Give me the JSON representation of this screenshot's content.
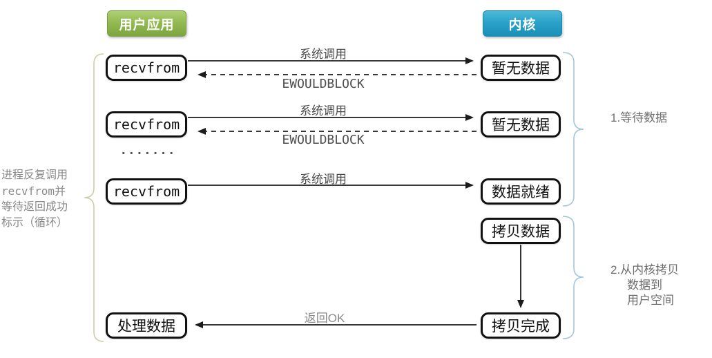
{
  "headers": {
    "user_app": "用户应用",
    "kernel": "内核"
  },
  "boxes": {
    "recvfrom1": "recvfrom",
    "recvfrom2": "recvfrom",
    "recvfrom3": "recvfrom",
    "process_data": "处理数据",
    "no_data1": "暂无数据",
    "no_data2": "暂无数据",
    "data_ready": "数据就绪",
    "copy_data": "拷贝数据",
    "copy_done": "拷贝完成"
  },
  "arrows": {
    "syscall1": "系统调用",
    "ewouldblock1": "EWOULDBLOCK",
    "syscall2": "系统调用",
    "ewouldblock2": "EWOULDBLOCK",
    "syscall3": "系统调用",
    "return_ok": "返回OK"
  },
  "ellipsis": ".......",
  "left_note": {
    "line1": "进程反复调用",
    "line2": "recvfrom并",
    "line3": "等待返回成功",
    "line4": "标示（循环）"
  },
  "annotations": {
    "step1": "1.等待数据",
    "step2_line1": "2.从内核拷贝",
    "step2_line2": "数据到",
    "step2_line3": "用户空间"
  },
  "colors": {
    "badge_green": "#94bb52",
    "badge_blue": "#2ba3c8",
    "box_border": "#111111",
    "arrow": "#1c1c1c",
    "left_brace": "#cfcca6",
    "right_brace": "#a3c6da",
    "label_gray": "#4a4a4a",
    "note_gray": "#898989"
  }
}
